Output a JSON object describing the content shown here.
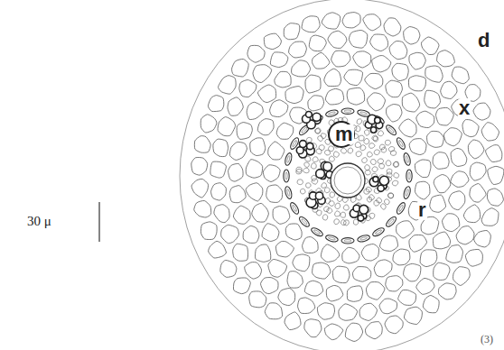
{
  "diagram": {
    "labels": [
      "30 μ",
      "d",
      "x",
      "m",
      "r",
      "(3)"
    ]
  }
}
